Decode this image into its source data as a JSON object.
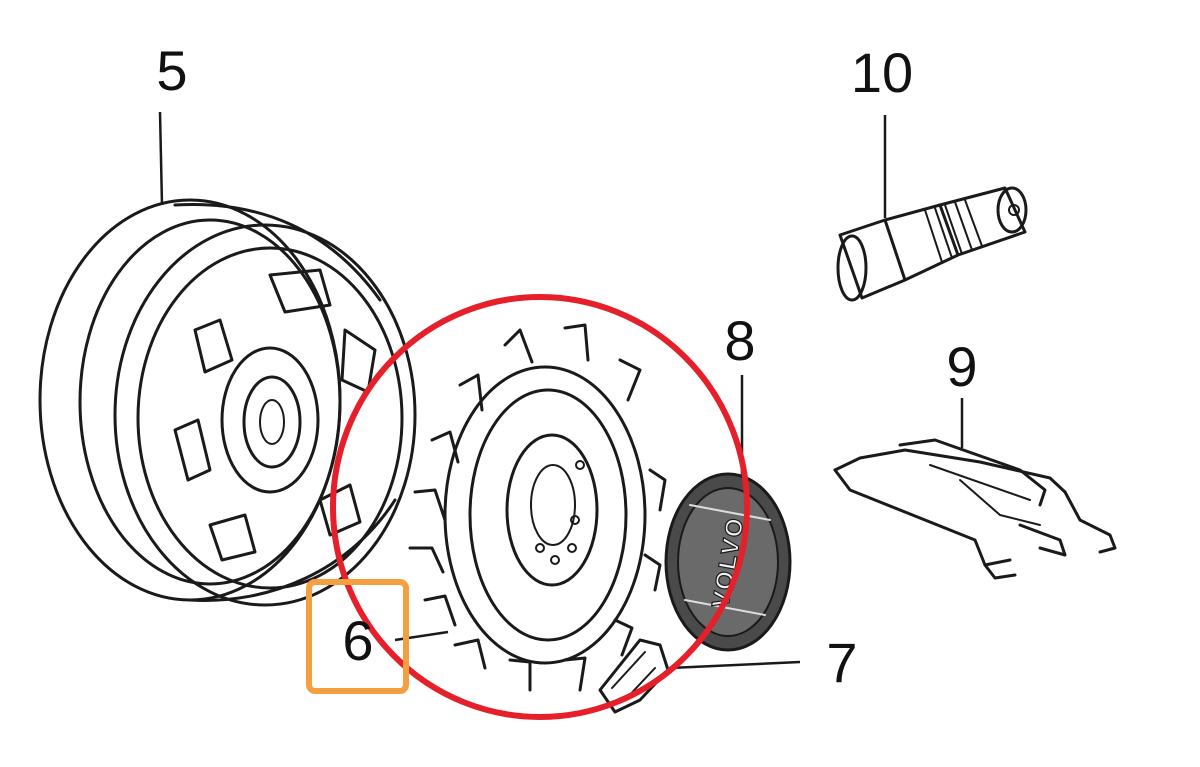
{
  "diagram": {
    "callouts": [
      {
        "id": "5",
        "label": "5",
        "part": "wheel-rim"
      },
      {
        "id": "10",
        "label": "10",
        "part": "valve-stem"
      },
      {
        "id": "8",
        "label": "8",
        "part": "center-cap"
      },
      {
        "id": "9",
        "label": "9",
        "part": "spring-clip"
      },
      {
        "id": "6",
        "label": "6",
        "part": "finned-cover-disc"
      },
      {
        "id": "7",
        "label": "7",
        "part": "retaining-clip"
      }
    ],
    "cap_logo_text": "VOLVO",
    "highlights": {
      "circle_color": "#e5202a",
      "box_color": "#f5a040"
    }
  }
}
